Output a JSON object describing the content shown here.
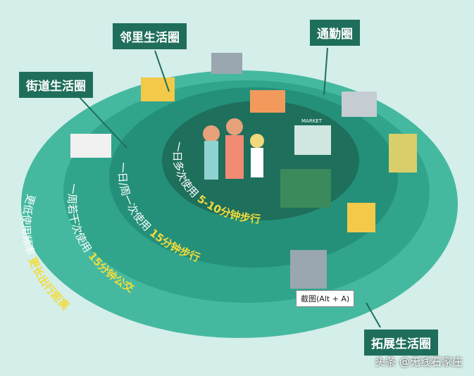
{
  "labels": {
    "neighborhood": "邻里生活圈",
    "commute": "通勤圈",
    "street": "街道生活圈",
    "extended": "拓展生活圈"
  },
  "rings": {
    "inner": {
      "frequency": "一日多次使用",
      "distance": "5-10分钟步行"
    },
    "second": {
      "frequency": "一日/周一次使用",
      "distance": "15分钟步行"
    },
    "third": {
      "frequency": "一周若干次使用",
      "distance": "15分钟公交"
    },
    "outer": {
      "frequency": "更低使用频率",
      "distance": "更长出行距离"
    }
  },
  "market_sign": "MARKET",
  "tooltip": "截图(Alt + A)",
  "watermark": "头条 @无线石家庄",
  "colors": {
    "background": "#d4eeea",
    "ring_outer": "#45b9a0",
    "ring_third": "#30a58b",
    "ring_second": "#249079",
    "ring_inner": "#1e6f5b",
    "label_bg": "#1f6e5b",
    "accent_text": "#f2dc3c"
  }
}
